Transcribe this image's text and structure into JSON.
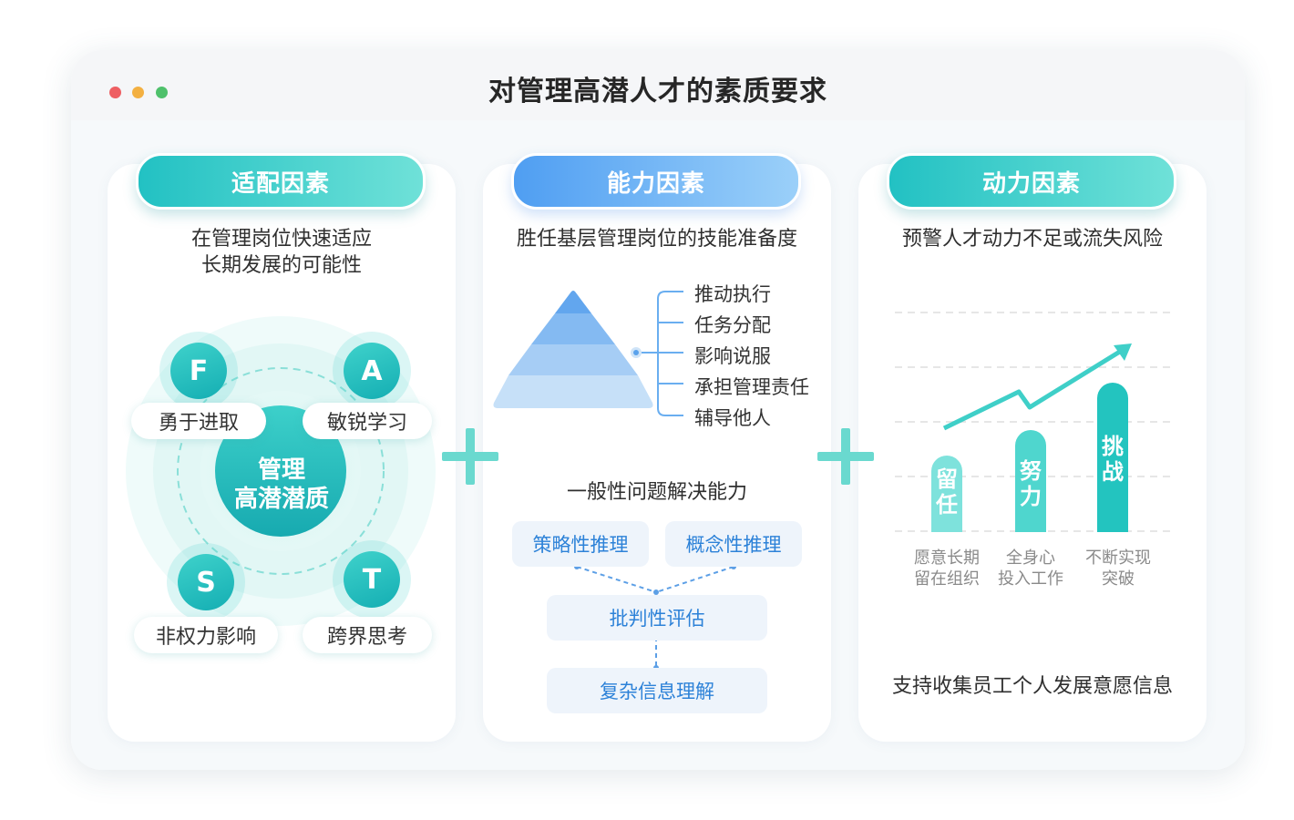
{
  "window": {
    "title": "对管理高潜人才的素质要求"
  },
  "cards": {
    "fit": {
      "header": "适配因素",
      "subtitle_line1": "在管理岗位快速适应",
      "subtitle_line2": "长期发展的可能性",
      "center_line1": "管理",
      "center_line2": "高潜潜质",
      "letters": [
        "F",
        "A",
        "S",
        "T"
      ],
      "traits": [
        "勇于进取",
        "敏锐学习",
        "非权力影响",
        "跨界思考"
      ]
    },
    "ability": {
      "header": "能力因素",
      "subtitle": "胜任基层管理岗位的技能准备度",
      "skills": [
        "推动执行",
        "任务分配",
        "影响说服",
        "承担管理责任",
        "辅导他人"
      ],
      "general_title": "一般性问题解决能力",
      "tags": [
        "策略性推理",
        "概念性推理",
        "批判性评估",
        "复杂信息理解"
      ],
      "colors": {
        "pyramid": [
          "#62a6ee",
          "#84baf2",
          "#a6cdf5",
          "#c6e0f8"
        ]
      }
    },
    "motivation": {
      "header": "动力因素",
      "subtitle": "预警人才动力不足或流失风险",
      "bars": [
        {
          "label_line1": "留",
          "label_line2": "任",
          "caption_line1": "愿意长期",
          "caption_line2": "留在组织",
          "color": "#7ee2dc"
        },
        {
          "label_line1": "努",
          "label_line2": "力",
          "caption_line1": "全身心",
          "caption_line2": "投入工作",
          "color": "#4fd6ce"
        },
        {
          "label_line1": "挑",
          "label_line2": "战",
          "caption_line1": "不断实现",
          "caption_line2": "突破",
          "color": "#23c4bf"
        }
      ],
      "footer": "支持收集员工个人发展意愿信息"
    }
  },
  "colors": {
    "teal": "#22c1c3",
    "blue": "#4f9ef2",
    "tag_text": "#2d82d8"
  }
}
